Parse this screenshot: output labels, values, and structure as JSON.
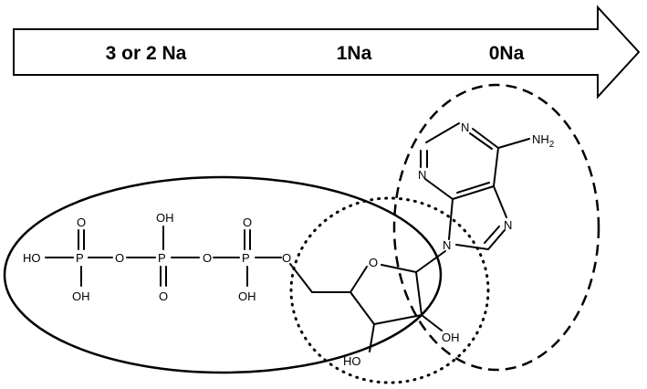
{
  "arrow": {
    "labels": [
      "3 or 2 Na",
      "1Na",
      "0Na"
    ]
  },
  "molecule": {
    "oxygen": "O",
    "hydroxyl_left": "HO",
    "hydroxyl": "OH",
    "hydroxyl_right": "OH",
    "phosphorus": "P",
    "nitrogen": "N",
    "amine": "NH",
    "amine_subscript": "2"
  },
  "regions": {
    "phosphate": "solid ellipse",
    "ribose": "dotted circle",
    "adenine": "dashed ellipse"
  }
}
